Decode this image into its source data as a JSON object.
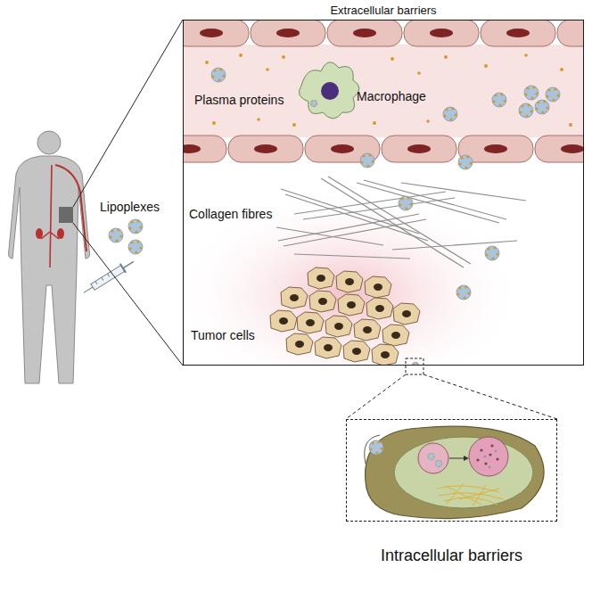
{
  "diagram": {
    "nodes": [
      {
        "text": [
          "Extracellular barriers"
        ]
      },
      {
        "text": [
          "Intracellular barriers"
        ]
      }
    ],
    "labels": [
      "Lipoplexes",
      "Plasma proteins",
      "Macrophage",
      "Collagen fibres",
      "Tumor cells"
    ]
  }
}
